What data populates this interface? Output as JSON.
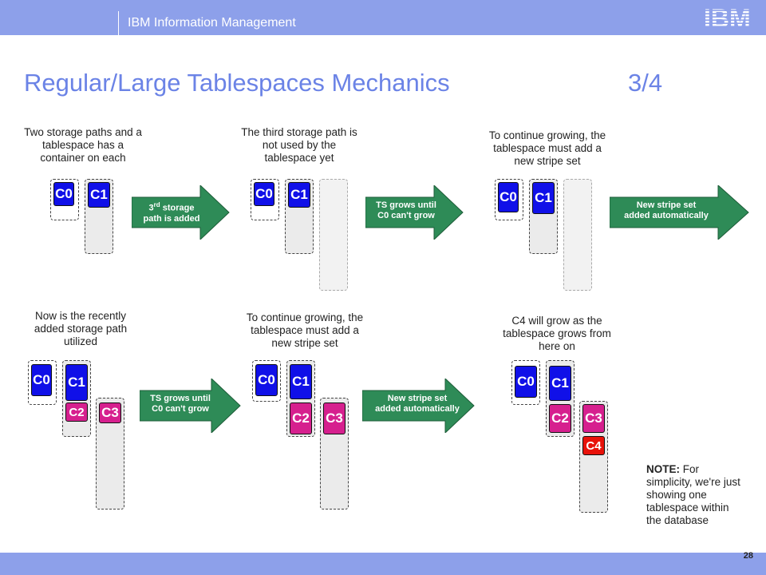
{
  "header": {
    "org": "IBM Information Management",
    "logo": "IBM"
  },
  "slide": {
    "title": "Regular/Large  Tablespaces Mechanics",
    "page_indicator": "3/4",
    "page_number": "28"
  },
  "captions": {
    "p1": "Two storage paths and a tablespace has a container on each",
    "p2": "The third storage path is not used by the tablespace yet",
    "p3": "To continue growing, the tablespace must add a new stripe set",
    "p4": "Now is the recently added storage path utilized",
    "p5": "To continue growing, the tablespace must add a new stripe set",
    "p6": "C4 will grow as the tablespace grows from here on"
  },
  "arrows": {
    "a1_line1_base": "3",
    "a1_line1_sup": "rd",
    "a1_line1_rest": " storage",
    "a1_line2": "path is added",
    "a2_line1": "TS grows until",
    "a2_line2": "C0 can't grow",
    "a3_line1": "New stripe set",
    "a3_line2": "added automatically",
    "a4_line1": "TS grows until",
    "a4_line2": "C0 can't grow",
    "a5_line1": "New stripe set",
    "a5_line2": "added automatically"
  },
  "containers": {
    "c0": "C0",
    "c1": "C1",
    "c2": "C2",
    "c3": "C3",
    "c4": "C4"
  },
  "note": {
    "label": "NOTE:",
    "text": " For simplicity, we're just showing one tablespace within the database"
  },
  "colors": {
    "brand_bar": "#8da0ea",
    "title": "#6b83e6",
    "container_blue": "#1010e8",
    "container_magenta": "#d6208e",
    "container_red": "#e8120a",
    "arrow_green": "#2e8b57"
  }
}
